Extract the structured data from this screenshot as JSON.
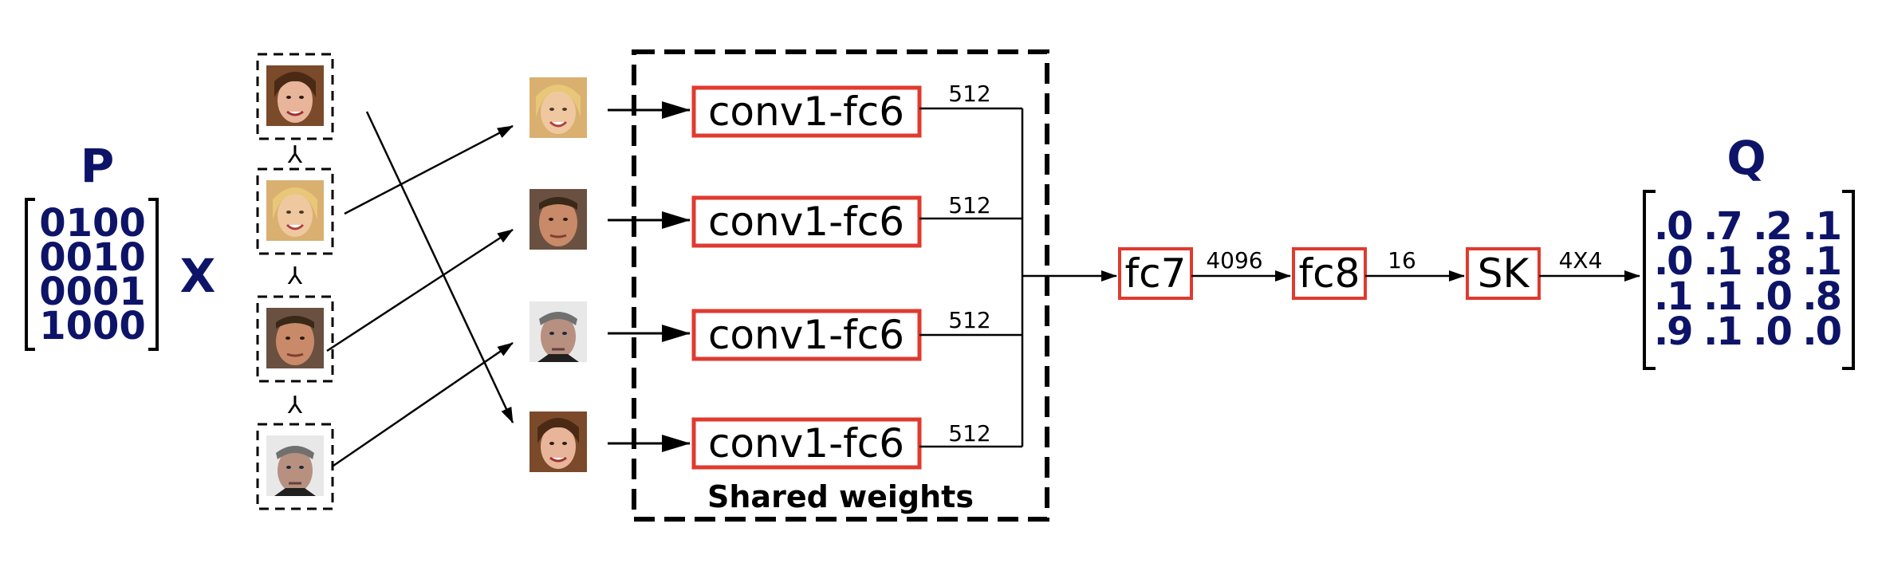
{
  "permutation": {
    "label": "P",
    "rows": [
      "0100",
      "0010",
      "0001",
      "1000"
    ]
  },
  "times_symbol": "X",
  "order_symbol": "⅄",
  "input_faces": [
    "woman-dark-hair-face",
    "woman-blonde-face",
    "man-face",
    "man-gray-hair-face"
  ],
  "permuted_faces": [
    "woman-blonde-face",
    "man-face",
    "man-gray-hair-face",
    "woman-dark-hair-face"
  ],
  "branches": [
    {
      "label": "conv1-fc6",
      "dim": "512"
    },
    {
      "label": "conv1-fc6",
      "dim": "512"
    },
    {
      "label": "conv1-fc6",
      "dim": "512"
    },
    {
      "label": "conv1-fc6",
      "dim": "512"
    }
  ],
  "shared_label": "Shared weights",
  "fc7": {
    "label": "fc7",
    "out_dim": "4096"
  },
  "fc8": {
    "label": "fc8",
    "out_dim": "16"
  },
  "sk": {
    "label": "SK",
    "out_dim": "4X4"
  },
  "output_matrix": {
    "label": "Q",
    "rows": [
      ".0 .7 .2 .1",
      ".0 .1 .8 .1",
      ".1 .1 .0 .8",
      ".9 .1 .0 .0"
    ]
  },
  "colors": {
    "box_border": "#e03a2f",
    "matrix_text": "#0d1468",
    "lines": "#000000"
  }
}
